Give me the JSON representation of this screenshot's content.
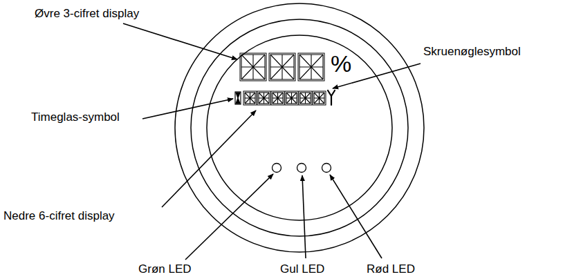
{
  "diagram": {
    "labels": [
      "Øvre 3-cifret display",
      "%",
      "Skruenøglesymbol",
      "Timeglas-symbol",
      "Nedre 6-cifret display",
      "Grøn LED",
      "Gul LED",
      "Rød LED"
    ]
  }
}
